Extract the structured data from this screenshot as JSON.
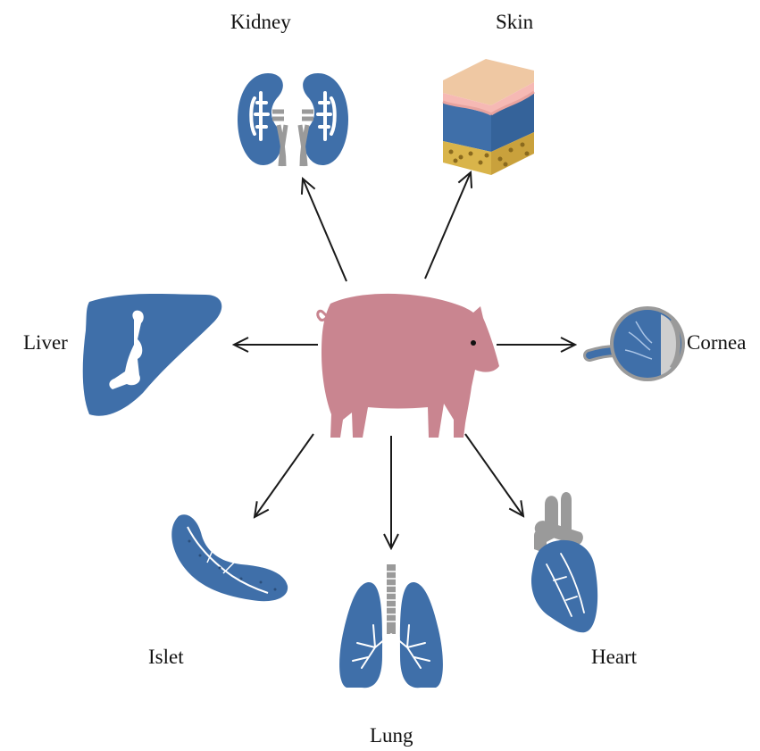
{
  "diagram": {
    "source": "Pig",
    "organs": [
      {
        "key": "kidney",
        "label": "Kidney"
      },
      {
        "key": "skin",
        "label": "Skin"
      },
      {
        "key": "liver",
        "label": "Liver"
      },
      {
        "key": "cornea",
        "label": "Cornea"
      },
      {
        "key": "islet",
        "label": "Islet"
      },
      {
        "key": "lung",
        "label": "Lung"
      },
      {
        "key": "heart",
        "label": "Heart"
      }
    ]
  },
  "colors": {
    "organ_blue": "#3f6fa9",
    "pig_pink": "#c98590",
    "gray": "#9a9a9a",
    "skin_top": "#efc8a3",
    "skin_layer": "#e8a39f",
    "fat": "#d9b44a",
    "arrow": "#1a1a1a"
  }
}
